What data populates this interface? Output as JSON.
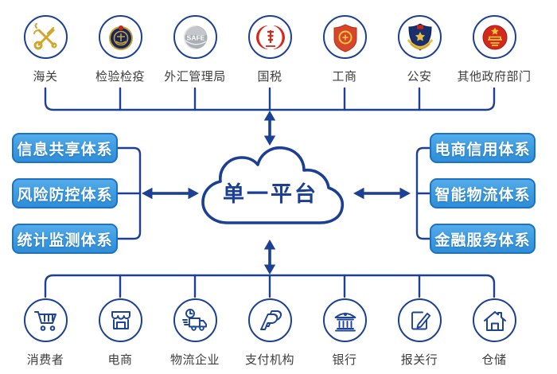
{
  "colors": {
    "line_navy": "#1c4094",
    "box_fill": "#3f9de2",
    "box_border": "#1d72c4",
    "box_text": "#ffffff",
    "label_text": "#3d3d3d",
    "emblem_gold": "#d1a62c",
    "emblem_red": "#d2281e"
  },
  "cloud": {
    "label": "单一平台"
  },
  "top_row": {
    "items": [
      {
        "label": "海关",
        "icon": "customs-emblem"
      },
      {
        "label": "检验检疫",
        "icon": "inspection-quarantine-emblem"
      },
      {
        "label": "外汇管理局",
        "icon": "safe-globe-emblem",
        "emblem_text": "SAFE"
      },
      {
        "label": "国税",
        "icon": "taxation-emblem"
      },
      {
        "label": "工商",
        "icon": "industry-commerce-emblem"
      },
      {
        "label": "公安",
        "icon": "police-emblem"
      },
      {
        "label": "其他政府部门",
        "icon": "national-emblem"
      }
    ]
  },
  "left_panel": {
    "boxes": [
      {
        "label": "信息共享体系"
      },
      {
        "label": "风险防控体系"
      },
      {
        "label": "统计监测体系"
      }
    ]
  },
  "right_panel": {
    "boxes": [
      {
        "label": "电商信用体系"
      },
      {
        "label": "智能物流体系"
      },
      {
        "label": "金融服务体系"
      }
    ]
  },
  "bottom_row": {
    "items": [
      {
        "label": "消费者",
        "icon": "shopping-cart-icon"
      },
      {
        "label": "电商",
        "icon": "storefront-icon"
      },
      {
        "label": "物流企业",
        "icon": "delivery-truck-icon"
      },
      {
        "label": "支付机构",
        "icon": "payment-p-icon"
      },
      {
        "label": "银行",
        "icon": "bank-icon"
      },
      {
        "label": "报关行",
        "icon": "declaration-edit-icon"
      },
      {
        "label": "仓储",
        "icon": "warehouse-icon"
      }
    ]
  }
}
